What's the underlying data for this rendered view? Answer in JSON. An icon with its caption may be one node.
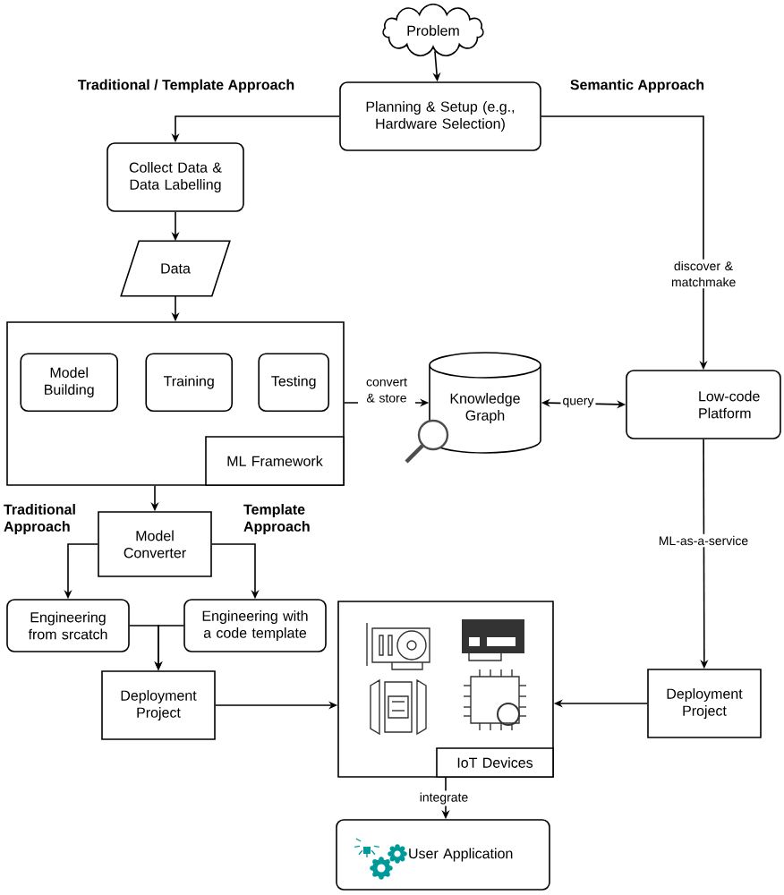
{
  "diagram": {
    "nodes": [
      {
        "text": [
          "Problem"
        ]
      },
      {
        "text": [
          "Planning & Setup (e.g., Hardware Selection)"
        ]
      },
      {
        "text": [
          "Collect Data & Data Labelling"
        ]
      },
      {
        "text": [
          "Data"
        ]
      },
      {
        "text": [
          "ML Framework"
        ]
      },
      {
        "text": [
          "Model Building"
        ],
        "in": 4
      },
      {
        "text": [
          "Training"
        ],
        "in": 4
      },
      {
        "text": [
          "Testing"
        ],
        "in": 4
      },
      {
        "text": [
          "Knowledge Graph"
        ]
      },
      {
        "text": [
          "Low-code Platform"
        ]
      },
      {
        "text": [
          "Model Converter"
        ]
      },
      {
        "text": [
          "Engineering from srcatch"
        ]
      },
      {
        "text": [
          "Engineering with a code template"
        ]
      },
      {
        "text": [
          "Deployment Project"
        ]
      },
      {
        "text": [
          "IoT Devices"
        ]
      },
      {
        "text": [
          "Deployment Project"
        ]
      },
      {
        "text": [
          "User Application"
        ]
      }
    ],
    "edges": [
      {
        "from": 0,
        "to": 1,
        "arrow": "to"
      },
      {
        "from": 1,
        "to": 2,
        "arrow": "to"
      },
      {
        "from": 1,
        "to": 9,
        "arrow": "to",
        "label": "discover & matchmake"
      },
      {
        "from": 2,
        "to": 3,
        "arrow": "to"
      },
      {
        "from": 3,
        "to": 4,
        "arrow": "to"
      },
      {
        "from": 4,
        "to": 8,
        "arrow": "to",
        "label": "convert & store"
      },
      {
        "from": 8,
        "to": 9,
        "arrow": "both",
        "label": "query"
      },
      {
        "from": 4,
        "to": 10,
        "arrow": "to"
      },
      {
        "from": 10,
        "to": 11,
        "arrow": "to"
      },
      {
        "from": 10,
        "to": 12,
        "arrow": "to"
      },
      {
        "from": 11,
        "to": 13,
        "arrow": "to"
      },
      {
        "from": 12,
        "to": 13,
        "arrow": "to"
      },
      {
        "from": 13,
        "to": 14,
        "arrow": "to"
      },
      {
        "from": 9,
        "to": 15,
        "arrow": "to",
        "label": "ML-as-a-service"
      },
      {
        "from": 15,
        "to": 14,
        "arrow": "to"
      },
      {
        "from": 14,
        "to": 16,
        "arrow": "to",
        "label": "integrate"
      }
    ],
    "labels": [
      "Traditional / Template Approach",
      "Semantic Approach",
      "Traditional Approach",
      "Template Approach"
    ]
  }
}
